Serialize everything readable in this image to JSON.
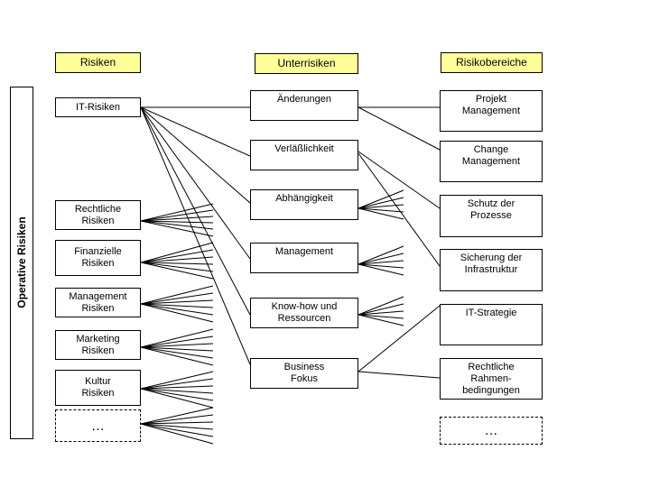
{
  "headers": {
    "risks": "Risiken",
    "subrisks": "Unterrisiken",
    "areas": "Risikobereiche"
  },
  "side_label": "Operative Risiken",
  "risks": [
    "IT-Risiken",
    "Rechtliche\nRisiken",
    "Finanzielle\nRisiken",
    "Management\nRisiken",
    "Marketing\nRisiken",
    "Kultur\nRisiken",
    "…"
  ],
  "subrisks": [
    "Änderungen",
    "Verläßlichkeit",
    "Abhängigkeit",
    "Management",
    "Know-how und\nRessourcen",
    "Business\nFokus"
  ],
  "areas": [
    "Projekt\nManagement",
    "Change\nManagement",
    "Schutz der\nProzesse",
    "Sicherung der\nInfrastruktur",
    "IT-Strategie",
    "Rechtliche\nRahmen-\nbedingungen",
    "…"
  ]
}
